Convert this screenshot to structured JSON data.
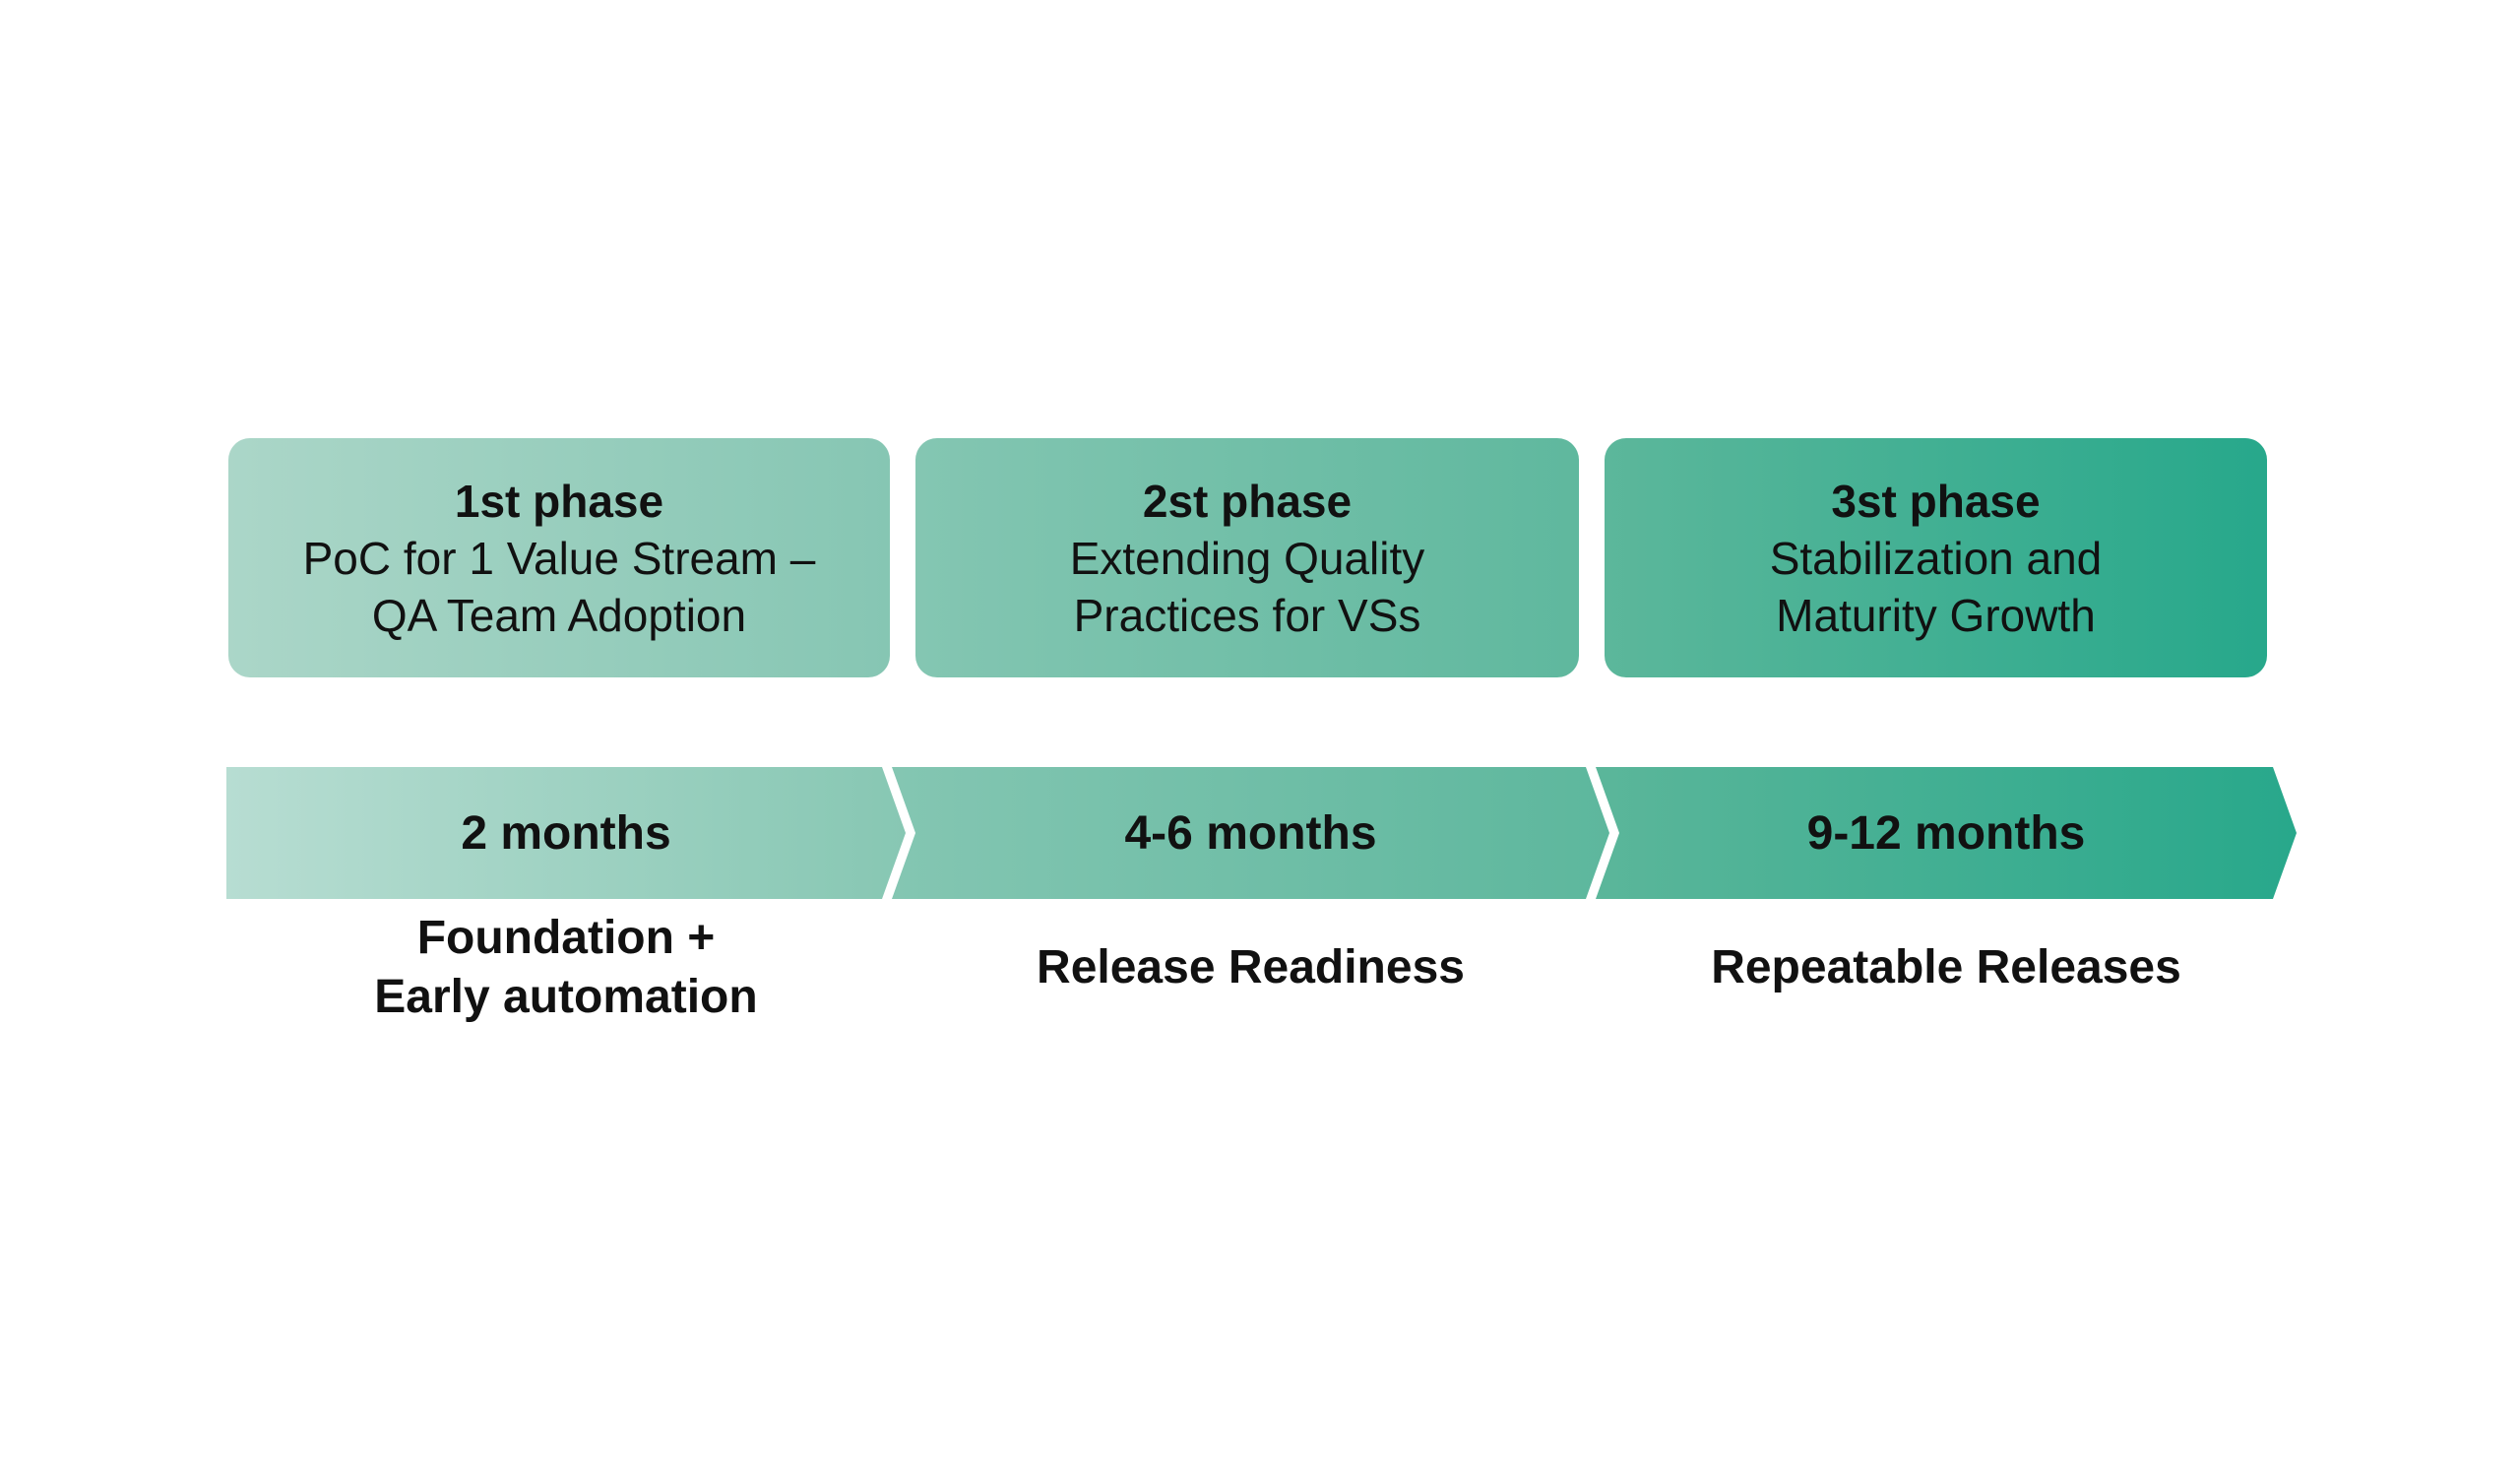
{
  "diagram": {
    "type": "roadmap-timeline",
    "background": "#ffffff",
    "text_color": "#111111"
  },
  "phases": [
    {
      "title": "1st phase",
      "lines": [
        "PoC for 1 Value Stream –",
        "QA Team Adoption"
      ],
      "duration": "2 months",
      "outcome_lines": [
        "Foundation +",
        "Early automation"
      ],
      "colors": {
        "box": {
          "from": "#abd6c8",
          "to": "#86c6b3"
        },
        "arrow": {
          "from": "#b7ddd2",
          "to": "#87c7b3"
        }
      }
    },
    {
      "title": "2st phase",
      "lines": [
        "Extending Quality",
        "Practices for VSs"
      ],
      "duration": "4-6 months",
      "outcome_lines": [
        "Release Readiness"
      ],
      "colors": {
        "box": {
          "from": "#84c6b2",
          "to": "#5fb89e"
        },
        "arrow": {
          "from": "#84c6b2",
          "to": "#5db79d"
        }
      }
    },
    {
      "title": "3st phase",
      "lines": [
        "Stabilization and",
        "Maturity Growth"
      ],
      "duration": "9-12 months",
      "outcome_lines": [
        "Repeatable Releases"
      ],
      "colors": {
        "box": {
          "from": "#5cb79b",
          "to": "#27a88b"
        },
        "arrow": {
          "from": "#5bb69a",
          "to": "#28a88b"
        }
      }
    }
  ]
}
